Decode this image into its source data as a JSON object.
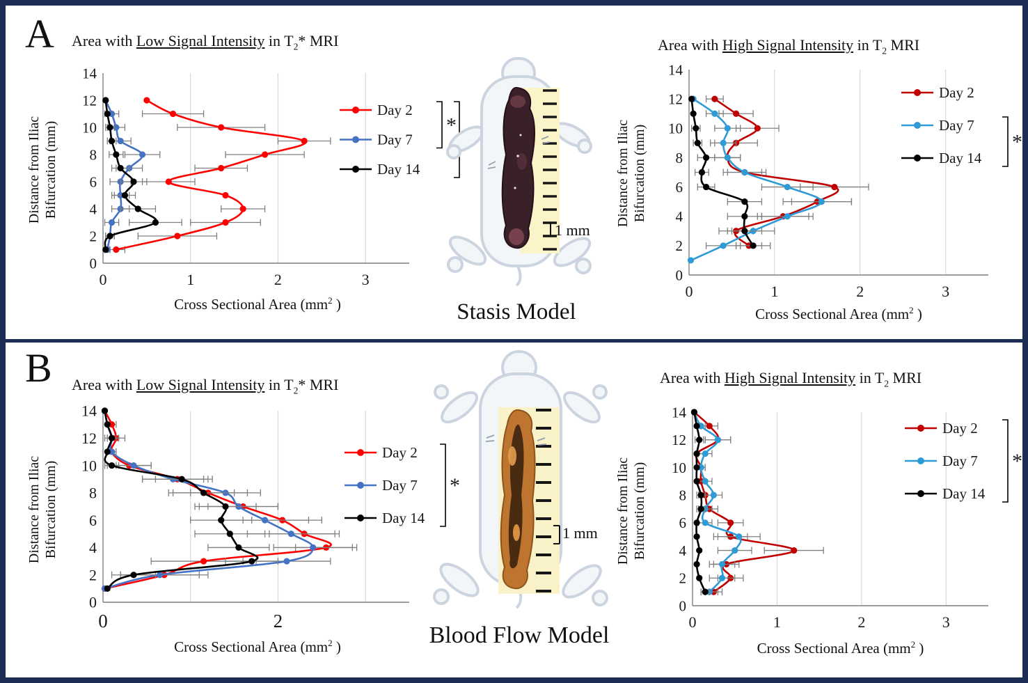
{
  "figure": {
    "panels": [
      {
        "letter": "A",
        "model_label": "Stasis Model",
        "scale_label": "1 mm"
      },
      {
        "letter": "B",
        "model_label": "Blood Flow Model",
        "scale_label": "1 mm"
      }
    ]
  },
  "axis": {
    "ylabel_line1": "Distance from Iliac",
    "ylabel_line2": "Bifurcation (mm)",
    "xlabel_pre": "Cross Sectional Area (mm",
    "xlabel_sup": "2",
    "xlabel_post": " )"
  },
  "chart_data": [
    {
      "id": "stasis-low-t2star",
      "type": "line",
      "title": "Area with Low Signal Intensity in T2* MRI",
      "title_parts": {
        "prefix": "Area with ",
        "emph": "Low Signal Intensity",
        "mid": " in T",
        "sub": "2",
        "suffix": "* MRI"
      },
      "xlabel": "Cross Sectional Area (mm2 )",
      "ylabel": "Distance from Iliac Bifurcation (mm)",
      "xlim": [
        0,
        3.5
      ],
      "x_ticks": [
        0,
        1,
        2,
        3
      ],
      "x_tick_labels": [
        "0",
        "1",
        "2",
        "3"
      ],
      "x_grid": [
        1,
        2,
        3
      ],
      "ylim": [
        0,
        14
      ],
      "y_ticks": [
        0,
        2,
        4,
        6,
        8,
        10,
        12,
        14
      ],
      "series": [
        {
          "name": "Day 2",
          "color": "#FF0000",
          "distances": [
            1,
            2,
            3,
            4,
            5,
            6,
            7,
            8,
            9,
            10,
            11,
            12
          ],
          "values": [
            0.15,
            0.85,
            1.4,
            1.6,
            1.4,
            0.75,
            1.35,
            1.85,
            2.3,
            1.35,
            0.8,
            0.5
          ],
          "errors": [
            0.1,
            0.45,
            0.4,
            0.25,
            0,
            0.3,
            0.3,
            0.45,
            0.3,
            0.5,
            0.35,
            0
          ]
        },
        {
          "name": "Day 7",
          "color": "#4472C4",
          "distances": [
            1,
            2,
            3,
            4,
            5,
            6,
            7,
            8,
            9,
            10,
            11,
            12
          ],
          "values": [
            0.05,
            0.08,
            0.1,
            0.2,
            0.2,
            0.2,
            0.3,
            0.45,
            0.2,
            0.15,
            0.1,
            0.03
          ],
          "errors": [
            0.03,
            0.05,
            0.08,
            0.1,
            0.1,
            0.12,
            0.15,
            0.2,
            0.12,
            0.1,
            0.08,
            0
          ]
        },
        {
          "name": "Day 14",
          "color": "#000000",
          "distances": [
            1,
            2,
            3,
            4,
            5,
            6,
            7,
            8,
            9,
            10,
            11,
            12
          ],
          "values": [
            0.03,
            0.08,
            0.6,
            0.4,
            0.25,
            0.35,
            0.2,
            0.15,
            0.1,
            0.08,
            0.05,
            0.03
          ],
          "errors": [
            0,
            0.05,
            0.3,
            0.2,
            0.12,
            0.15,
            0.1,
            0.08,
            0.05,
            0.05,
            0,
            0
          ]
        }
      ],
      "significance": [
        {
          "between": [
            "Day 2",
            "Day 7"
          ],
          "label": "*"
        },
        {
          "between": [
            "Day 2",
            "Day 14"
          ],
          "label": "*"
        }
      ]
    },
    {
      "id": "stasis-high-t2",
      "type": "line",
      "title": "Area with High Signal Intensity in T2 MRI",
      "title_parts": {
        "prefix": "Area with ",
        "emph": "High Signal Intensity",
        "mid": " in T",
        "sub": "2",
        "suffix": " MRI"
      },
      "xlabel": "Cross Sectional Area (mm2 )",
      "ylabel": "Distance from Iliac Bifurcation (mm)",
      "xlim": [
        0,
        3.5
      ],
      "x_ticks": [
        0,
        1,
        2,
        3
      ],
      "x_tick_labels": [
        "0",
        "1",
        "2",
        "3"
      ],
      "x_grid": [
        1,
        2,
        3
      ],
      "ylim": [
        0,
        14
      ],
      "y_ticks": [
        0,
        2,
        4,
        6,
        8,
        10,
        12,
        14
      ],
      "series": [
        {
          "name": "Day 2",
          "color": "#C00000",
          "distances": [
            2,
            3,
            4,
            5,
            6,
            7,
            8,
            9,
            10,
            11,
            12
          ],
          "values": [
            0.7,
            0.55,
            1.1,
            1.5,
            1.7,
            0.65,
            0.45,
            0.55,
            0.8,
            0.55,
            0.3
          ],
          "errors": [
            0.15,
            0.2,
            0.3,
            0.4,
            0.4,
            0.25,
            0.15,
            0.25,
            0.25,
            0.2,
            0.1
          ]
        },
        {
          "name": "Day 7",
          "color": "#2E9BD6",
          "distances": [
            1,
            2,
            3,
            4,
            5,
            6,
            7,
            8,
            9,
            10,
            11,
            12
          ],
          "values": [
            0.02,
            0.4,
            0.75,
            1.15,
            1.55,
            1.15,
            0.65,
            0.45,
            0.4,
            0.45,
            0.3,
            0.05
          ],
          "errors": [
            0,
            0.2,
            0.25,
            0.3,
            0.35,
            0.3,
            0.2,
            0.15,
            0.15,
            0.15,
            0.1,
            0
          ]
        },
        {
          "name": "Day 14",
          "color": "#000000",
          "distances": [
            2,
            3,
            4,
            5,
            6,
            7,
            8,
            9,
            10,
            11,
            12
          ],
          "values": [
            0.75,
            0.65,
            0.65,
            0.65,
            0.2,
            0.15,
            0.2,
            0.1,
            0.08,
            0.05,
            0.03
          ],
          "errors": [
            0.2,
            0.2,
            0.2,
            0.2,
            0.1,
            0.08,
            0.1,
            0.05,
            0.05,
            0,
            0
          ]
        }
      ],
      "significance": [
        {
          "between": [
            "Day 7",
            "Day 14"
          ],
          "label": "*"
        }
      ]
    },
    {
      "id": "flow-low-t2star",
      "type": "line",
      "title": "Area with Low Signal Intensity in T2* MRI",
      "title_parts": {
        "prefix": "Area with ",
        "emph": "Low Signal Intensity",
        "mid": " in T",
        "sub": "2",
        "suffix": "* MRI"
      },
      "xlabel": "Cross Sectional Area (mm2 )",
      "ylabel": "Distance from Iliac Bifurcation (mm)",
      "xlim": [
        0,
        3.5
      ],
      "x_ticks": [
        0,
        2
      ],
      "x_tick_labels": [
        "0",
        "2"
      ],
      "x_grid": [
        1,
        2,
        3
      ],
      "ylim": [
        0,
        14
      ],
      "y_ticks": [
        0,
        2,
        4,
        6,
        8,
        10,
        12,
        14
      ],
      "series": [
        {
          "name": "Day 2",
          "color": "#FF0000",
          "distances": [
            1,
            2,
            3,
            4,
            5,
            6,
            7,
            8,
            9,
            10,
            11,
            12,
            13,
            14
          ],
          "values": [
            0.02,
            0.7,
            1.15,
            2.55,
            2.3,
            2.05,
            1.6,
            1.2,
            0.85,
            0.3,
            0.1,
            0.15,
            0.1,
            0.02
          ],
          "errors": [
            0,
            0.5,
            0.6,
            0.35,
            0.4,
            0.45,
            0.4,
            0.45,
            0.4,
            0.25,
            0.05,
            0.1,
            0.05,
            0
          ]
        },
        {
          "name": "Day 7",
          "color": "#4472C4",
          "distances": [
            1,
            2,
            3,
            4,
            5,
            6,
            7,
            8,
            9,
            10,
            11,
            12,
            13,
            14
          ],
          "values": [
            0.02,
            0.65,
            2.1,
            2.4,
            2.15,
            1.85,
            1.55,
            1.4,
            0.8,
            0.35,
            0.1,
            0.1,
            0.05,
            0.02
          ],
          "errors": [
            0,
            0.45,
            0.5,
            0.45,
            0.5,
            0.5,
            0.45,
            0.4,
            0.35,
            0.2,
            0.05,
            0.08,
            0,
            0
          ]
        },
        {
          "name": "Day 14",
          "color": "#000000",
          "distances": [
            1,
            2,
            3,
            4,
            5,
            6,
            7,
            8,
            9,
            10,
            11,
            12,
            13,
            14
          ],
          "values": [
            0.05,
            0.35,
            1.7,
            1.55,
            1.45,
            1.35,
            1.4,
            1.15,
            0.9,
            0.1,
            0.05,
            0.1,
            0.05,
            0.02
          ],
          "errors": [
            0,
            0.25,
            0.3,
            0.35,
            0.4,
            0.35,
            0.35,
            0.35,
            0.3,
            0.08,
            0,
            0.05,
            0,
            0
          ]
        }
      ],
      "significance": [
        {
          "between": [
            "Day 2",
            "Day 14"
          ],
          "label": "*"
        }
      ]
    },
    {
      "id": "flow-high-t2",
      "type": "line",
      "title": "Area with High Signal Intensity in T2 MRI",
      "title_parts": {
        "prefix": "Area with ",
        "emph": "High Signal Intensity",
        "mid": " in T",
        "sub": "2",
        "suffix": " MRI"
      },
      "xlabel": "Cross Sectional Area (mm2 )",
      "ylabel": "Distance from Iliac Bifurcation (mm)",
      "xlim": [
        0,
        3.5
      ],
      "x_ticks": [
        0,
        1,
        2,
        3
      ],
      "x_tick_labels": [
        "0",
        "1",
        "2",
        "3"
      ],
      "x_grid": [
        1,
        2,
        3
      ],
      "ylim": [
        0,
        14
      ],
      "y_ticks": [
        0,
        2,
        4,
        6,
        8,
        10,
        12,
        14
      ],
      "series": [
        {
          "name": "Day 2",
          "color": "#C00000",
          "distances": [
            1,
            2,
            3,
            4,
            5,
            6,
            7,
            8,
            9,
            10,
            11,
            12,
            13,
            14
          ],
          "values": [
            0.25,
            0.45,
            0.4,
            1.2,
            0.45,
            0.45,
            0.2,
            0.15,
            0.1,
            0.1,
            0.05,
            0.3,
            0.2,
            0.02
          ],
          "errors": [
            0.1,
            0.15,
            0.15,
            0.35,
            0.2,
            0.15,
            0.1,
            0.08,
            0.05,
            0.05,
            0,
            0.15,
            0.1,
            0
          ]
        },
        {
          "name": "Day 7",
          "color": "#2E9BD6",
          "distances": [
            1,
            2,
            3,
            4,
            5,
            6,
            7,
            8,
            9,
            10,
            11,
            12,
            13,
            14
          ],
          "values": [
            0.2,
            0.35,
            0.35,
            0.5,
            0.55,
            0.15,
            0.15,
            0.25,
            0.15,
            0.1,
            0.15,
            0.3,
            0.1,
            0.02
          ],
          "errors": [
            0.1,
            0.15,
            0.15,
            0.2,
            0.25,
            0.08,
            0.08,
            0.1,
            0.08,
            0.05,
            0.08,
            0.15,
            0.05,
            0
          ]
        },
        {
          "name": "Day 14",
          "color": "#000000",
          "distances": [
            1,
            2,
            3,
            4,
            5,
            6,
            7,
            8,
            9,
            10,
            11,
            12,
            13,
            14
          ],
          "values": [
            0.15,
            0.08,
            0.05,
            0.08,
            0.05,
            0.05,
            0.1,
            0.1,
            0.05,
            0.05,
            0.05,
            0.08,
            0.05,
            0.02
          ],
          "errors": [
            0.05,
            0,
            0,
            0,
            0,
            0,
            0.05,
            0.05,
            0,
            0,
            0,
            0.05,
            0,
            0
          ]
        }
      ],
      "significance": [
        {
          "between": [
            "Day 2",
            "Day 14"
          ],
          "label": "*"
        }
      ]
    }
  ]
}
